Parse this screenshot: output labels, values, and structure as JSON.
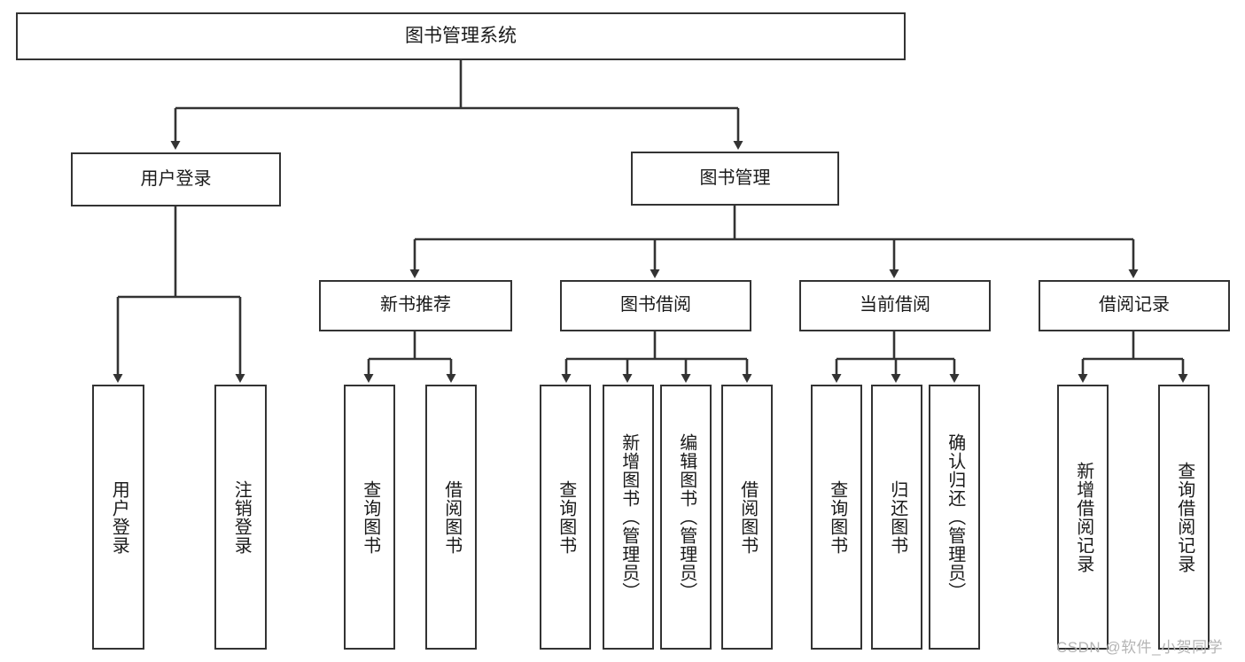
{
  "diagram": {
    "type": "tree",
    "title": "图书管理系统",
    "root": {
      "label": "图书管理系统"
    },
    "level1": [
      {
        "label": "用户登录"
      },
      {
        "label": "图书管理"
      }
    ],
    "level2": [
      {
        "label": "新书推荐",
        "parent": "图书管理"
      },
      {
        "label": "图书借阅",
        "parent": "图书管理"
      },
      {
        "label": "当前借阅",
        "parent": "图书管理"
      },
      {
        "label": "借阅记录",
        "parent": "图书管理"
      }
    ],
    "leaves": [
      {
        "label": "用户登录",
        "parent": "用户登录"
      },
      {
        "label": "注销登录",
        "parent": "用户登录"
      },
      {
        "label": "查询图书",
        "parent": "新书推荐"
      },
      {
        "label": "借阅图书",
        "parent": "新书推荐"
      },
      {
        "label": "查询图书",
        "parent": "图书借阅"
      },
      {
        "label": "新增图书（管理员）",
        "parent": "图书借阅"
      },
      {
        "label": "编辑图书（管理员）",
        "parent": "图书借阅"
      },
      {
        "label": "借阅图书",
        "parent": "图书借阅"
      },
      {
        "label": "查询图书",
        "parent": "当前借阅"
      },
      {
        "label": "归还图书",
        "parent": "当前借阅"
      },
      {
        "label": "确认归还（管理员）",
        "parent": "当前借阅"
      },
      {
        "label": "新增借阅记录",
        "parent": "借阅记录"
      },
      {
        "label": "查询借阅记录",
        "parent": "借阅记录"
      }
    ],
    "colors": {
      "stroke": "#333333",
      "fill": "#ffffff",
      "text": "#1a1a1a",
      "watermark": "#b4b4b4"
    }
  },
  "watermark": {
    "text": "CSDN @软件_小贺同学"
  }
}
